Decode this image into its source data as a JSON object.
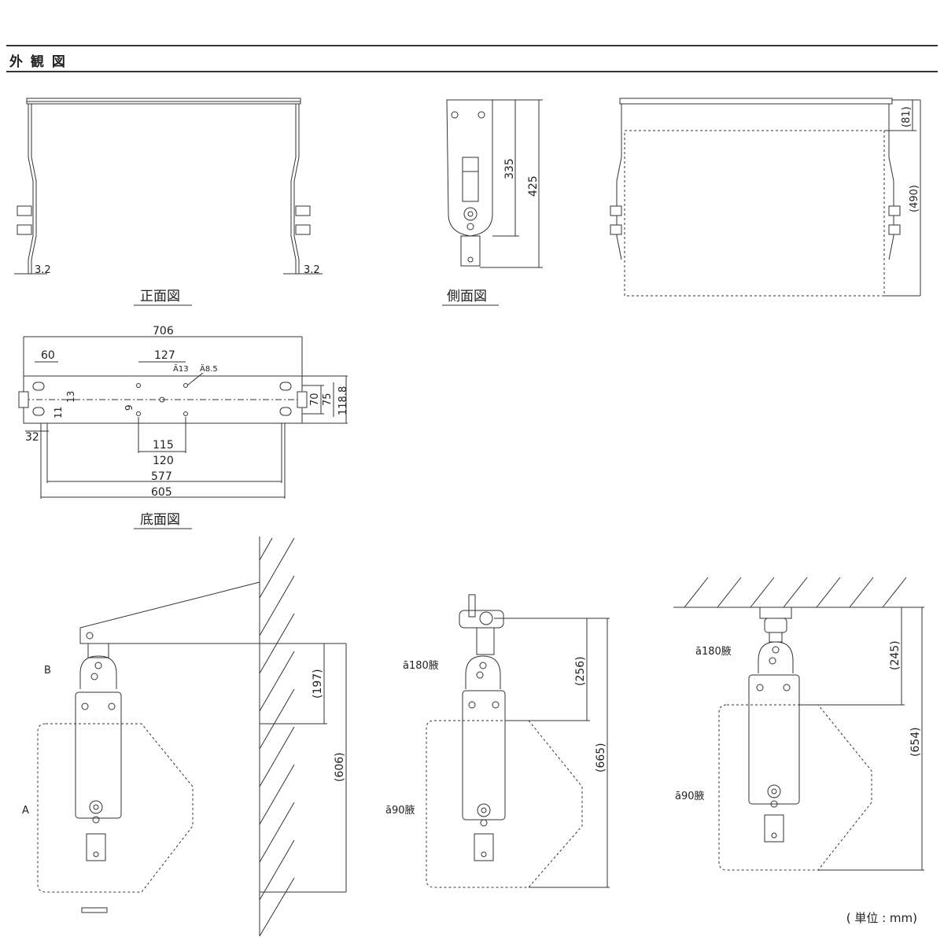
{
  "header": {
    "title": "外 観 図"
  },
  "views": {
    "front": "正面図",
    "side": "側面図",
    "bottom": "底面図"
  },
  "dims": {
    "front_left": "3.2",
    "front_right": "3.2",
    "side_335": "335",
    "side_425": "425",
    "right_81": "(81)",
    "right_490": "(490)",
    "b_706": "706",
    "b_60": "60",
    "b_127": "127",
    "b_phi13": "Ä13",
    "b_phi85": "Ä8.5",
    "b_13": "13",
    "b_9": "9",
    "b_11": "11",
    "b_70": "70",
    "b_75": "75",
    "b_1188": "118.8",
    "b_32": "32",
    "b_115": "115",
    "b_120": "120",
    "b_577": "577",
    "b_605": "605",
    "w_197": "(197)",
    "w_606": "(606)",
    "w_B": "B",
    "w_A": "A",
    "p_256": "(256)",
    "p_665": "(665)",
    "p_180": "ā180腋",
    "p_90": "ā90腋",
    "c_245": "(245)",
    "c_654": "(654)",
    "c_180": "ā180腋",
    "c_90": "ā90腋"
  },
  "footer": {
    "unit": "( 単位 : mm)"
  }
}
